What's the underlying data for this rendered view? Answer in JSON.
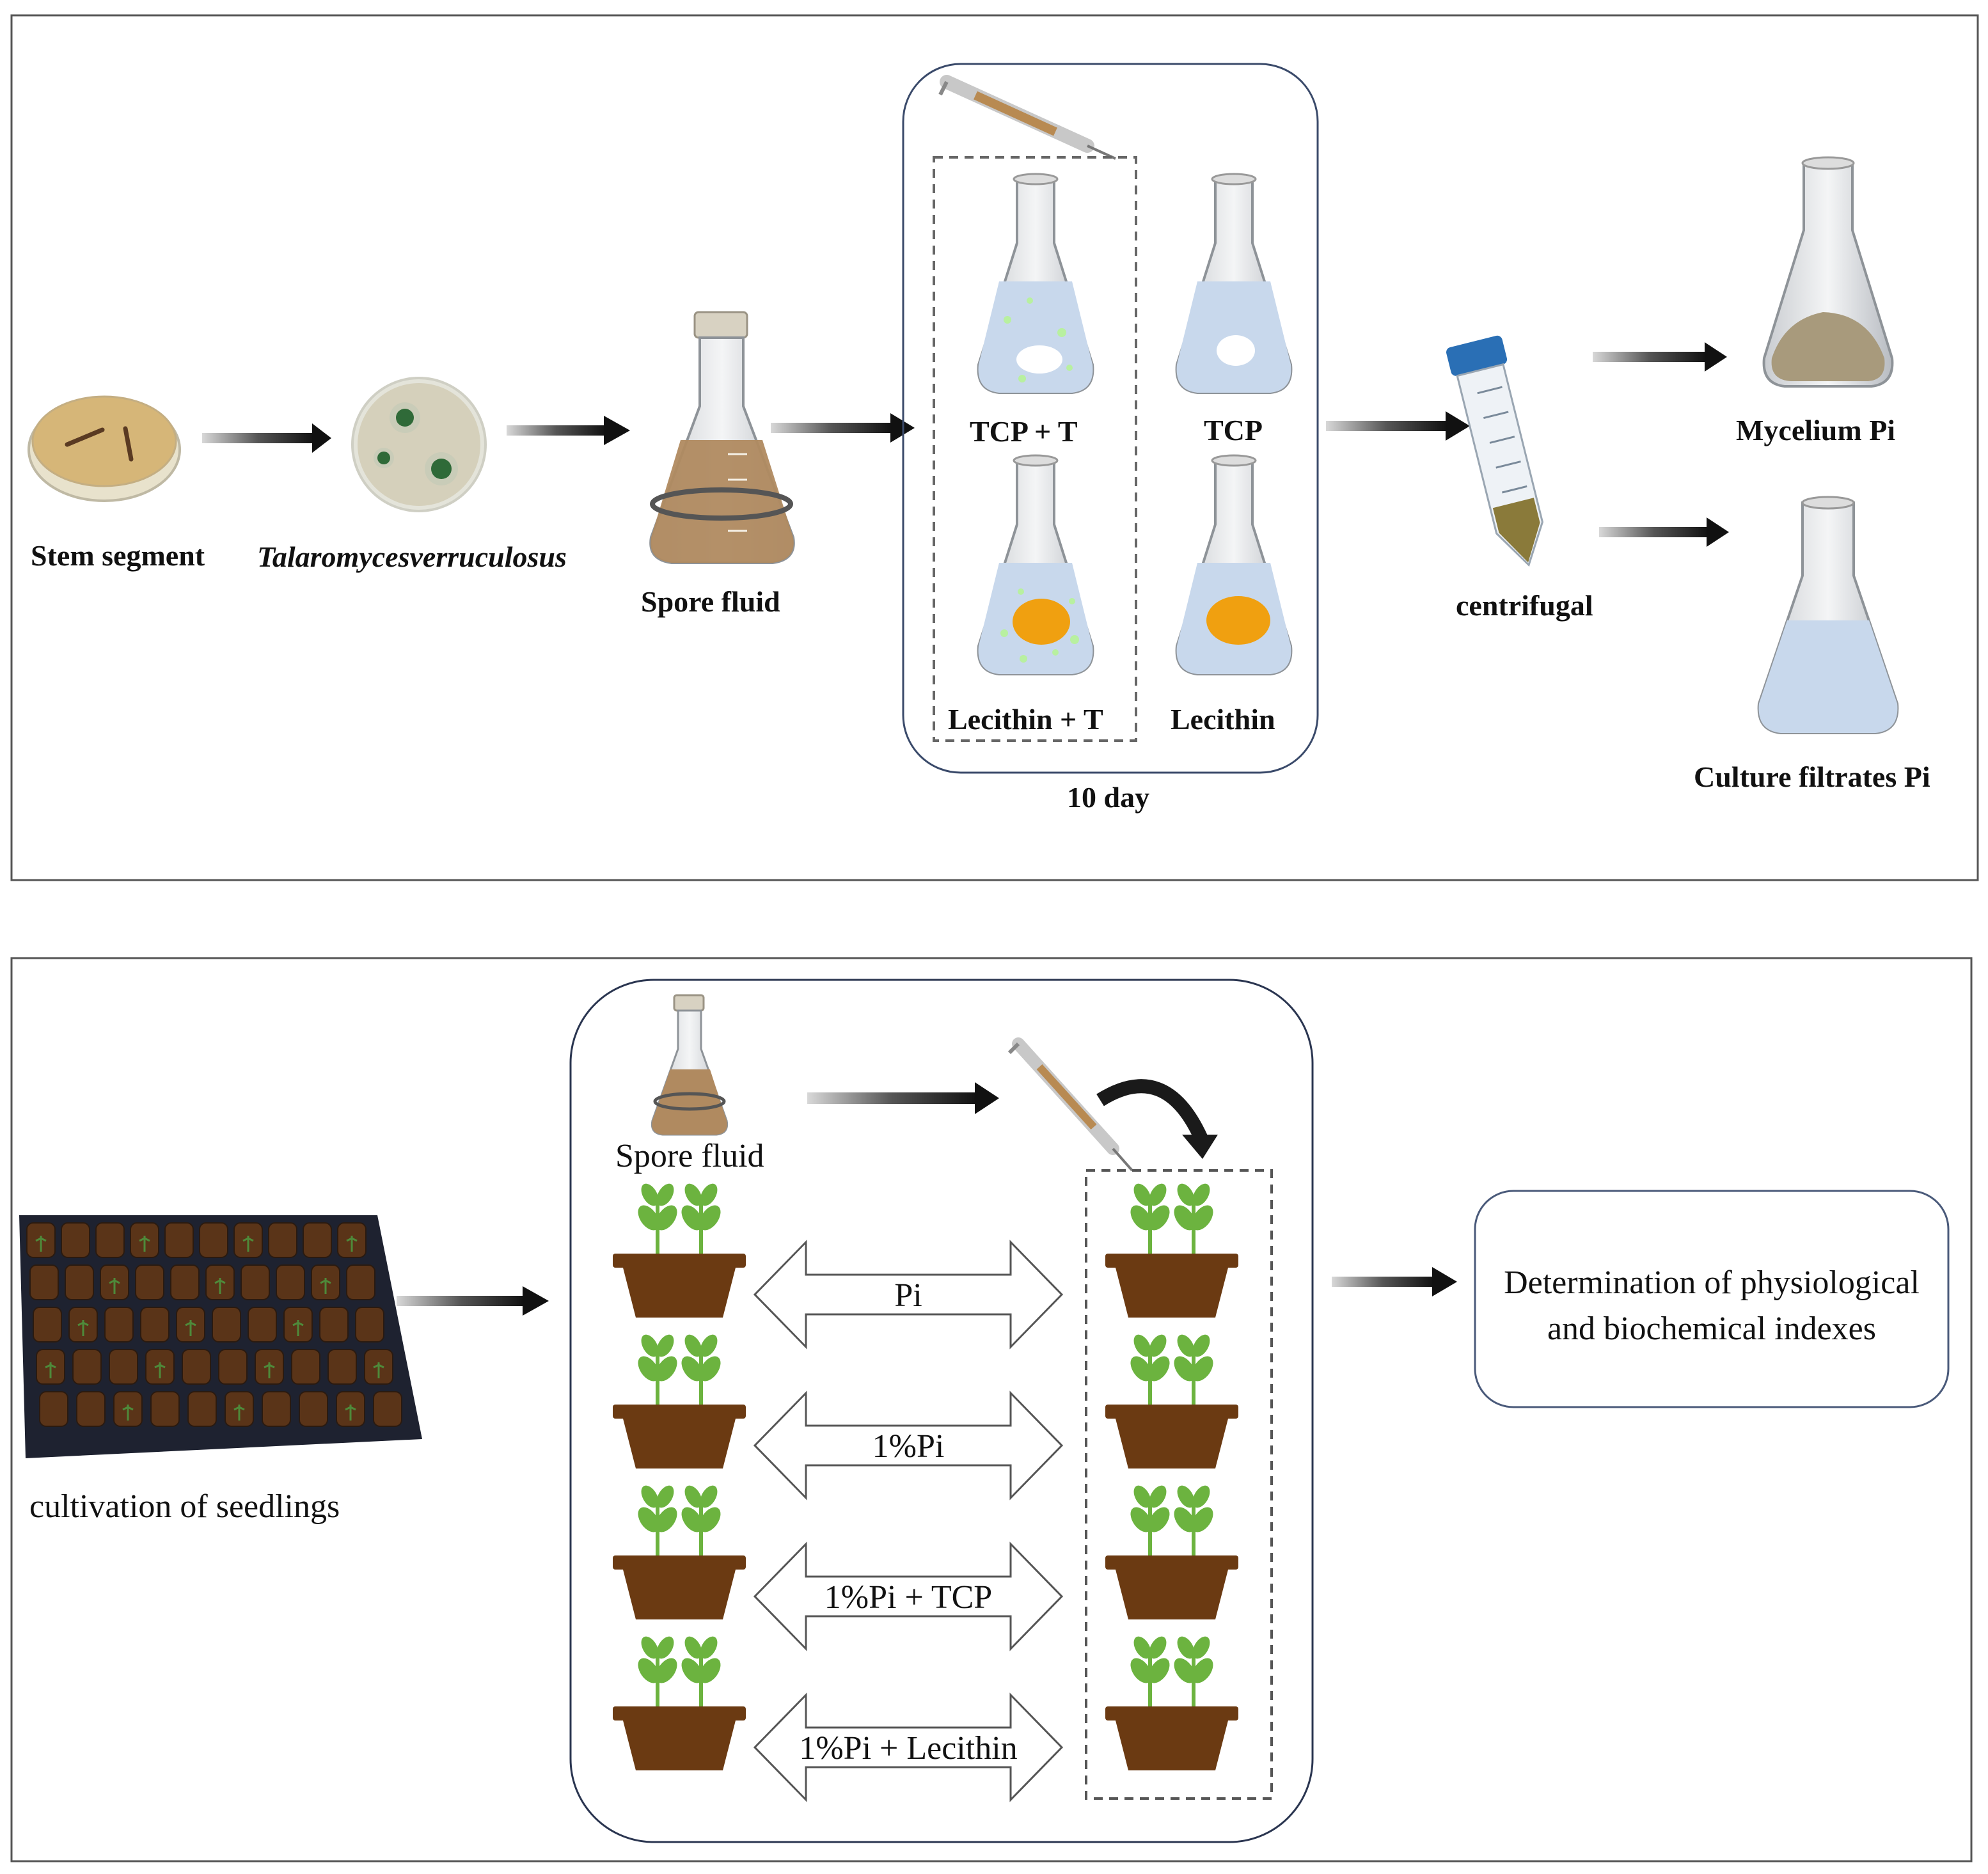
{
  "top_panel": {
    "steps": {
      "stem_segment": "Stem segment",
      "organism": "Talaromycesverruculosus",
      "spore_fluid": "Spore fluid",
      "centrifugal": "centrifugal"
    },
    "treatments": {
      "tcp_t": "TCP + T",
      "tcp": "TCP",
      "lecithin_t": "Lecithin + T",
      "lecithin": "Lecithin"
    },
    "duration": "10 day",
    "outputs": {
      "mycelium": "Mycelium Pi",
      "filtrate": "Culture filtrates Pi"
    }
  },
  "bottom_panel": {
    "seedlings": "cultivation of seedlings",
    "spore_fluid": "Spore fluid",
    "treatments": [
      "Pi",
      "1%Pi",
      "1%Pi + TCP",
      "1%Pi + Lecithin"
    ],
    "result_line1": "Determination of physiological",
    "result_line2": "and biochemical indexes"
  },
  "colors": {
    "border": "#555555",
    "rounded_box": "#3a4a6a",
    "arrow": "#1a1a1a",
    "pot": "#6b3a12",
    "leaf": "#6cb33f",
    "liquid_brown": "#b08a60",
    "liquid_blue": "#c8d8ec",
    "tube_cap": "#2a6fb5",
    "yellow_blob": "#f0a010"
  }
}
